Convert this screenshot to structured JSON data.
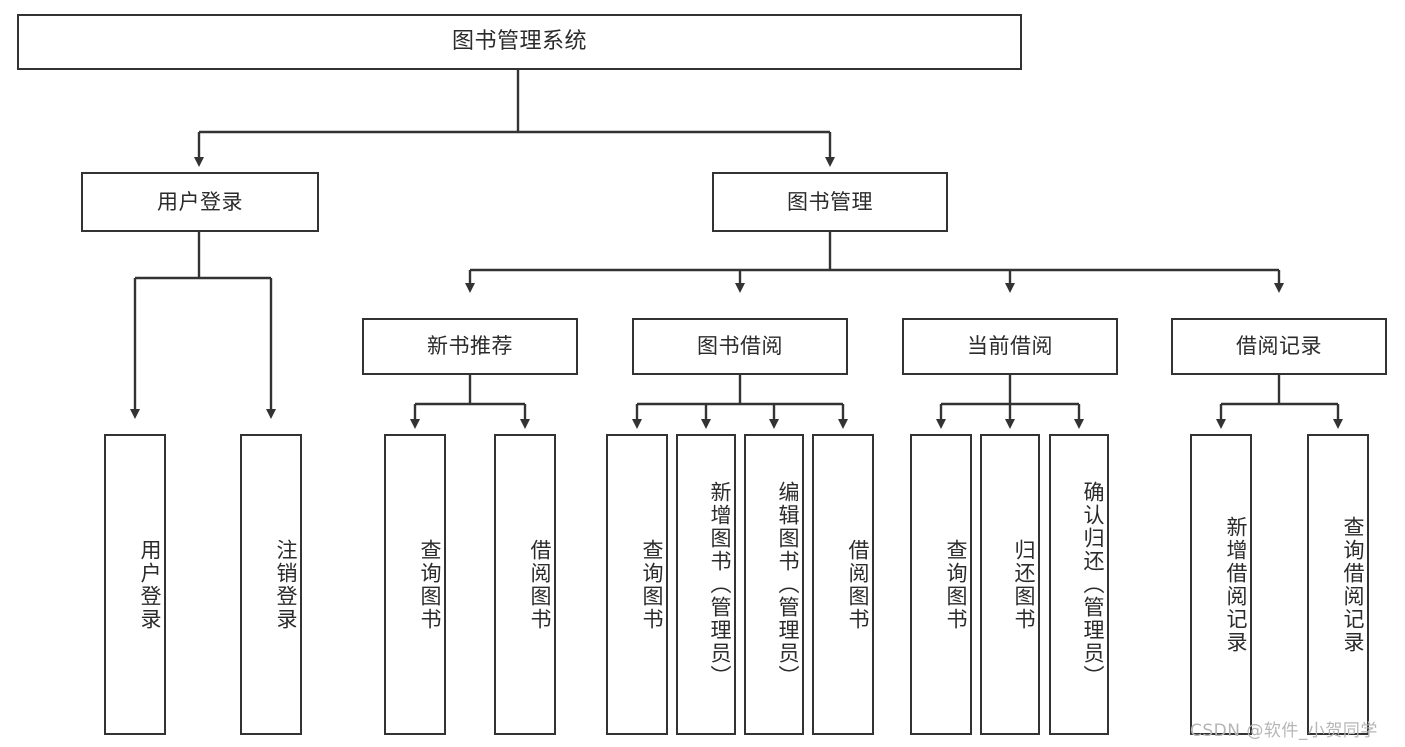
{
  "diagram": {
    "title": "图书管理系统",
    "type": "功能结构图",
    "root": {
      "id": "root",
      "label": "图书管理系统"
    },
    "level1": [
      {
        "id": "user-login",
        "label": "用户登录"
      },
      {
        "id": "book-manage",
        "label": "图书管理"
      }
    ],
    "level2": [
      {
        "id": "new-book-rec",
        "label": "新书推荐",
        "parent": "book-manage"
      },
      {
        "id": "book-borrow",
        "label": "图书借阅",
        "parent": "book-manage"
      },
      {
        "id": "current-borrow",
        "label": "当前借阅",
        "parent": "book-manage"
      },
      {
        "id": "borrow-record",
        "label": "借阅记录",
        "parent": "book-manage"
      }
    ],
    "leaves": [
      {
        "id": "leaf-user-login",
        "label": "用户登录",
        "parent": "user-login"
      },
      {
        "id": "leaf-user-logout",
        "label": "注销登录",
        "parent": "user-login"
      },
      {
        "id": "leaf-query-book-1",
        "label": "查询图书",
        "parent": "new-book-rec"
      },
      {
        "id": "leaf-borrow-book-1",
        "label": "借阅图书",
        "parent": "new-book-rec"
      },
      {
        "id": "leaf-query-book-2",
        "label": "查询图书",
        "parent": "book-borrow"
      },
      {
        "id": "leaf-add-book",
        "label": "新增图书（管理员）",
        "parent": "book-borrow"
      },
      {
        "id": "leaf-edit-book",
        "label": "编辑图书（管理员）",
        "parent": "book-borrow"
      },
      {
        "id": "leaf-borrow-book-2",
        "label": "借阅图书",
        "parent": "book-borrow"
      },
      {
        "id": "leaf-query-book-3",
        "label": "查询图书",
        "parent": "current-borrow"
      },
      {
        "id": "leaf-return-book",
        "label": "归还图书",
        "parent": "current-borrow"
      },
      {
        "id": "leaf-confirm-return",
        "label": "确认归还（管理员）",
        "parent": "current-borrow"
      },
      {
        "id": "leaf-add-record",
        "label": "新增借阅记录",
        "parent": "borrow-record"
      },
      {
        "id": "leaf-query-record",
        "label": "查询借阅记录",
        "parent": "borrow-record"
      }
    ],
    "style": {
      "border_color": "#333333",
      "text_color": "#2b2b2b",
      "background": "#ffffff",
      "connector_color": "#333333"
    }
  },
  "watermark": {
    "text": "CSDN @软件_小贺同学"
  }
}
